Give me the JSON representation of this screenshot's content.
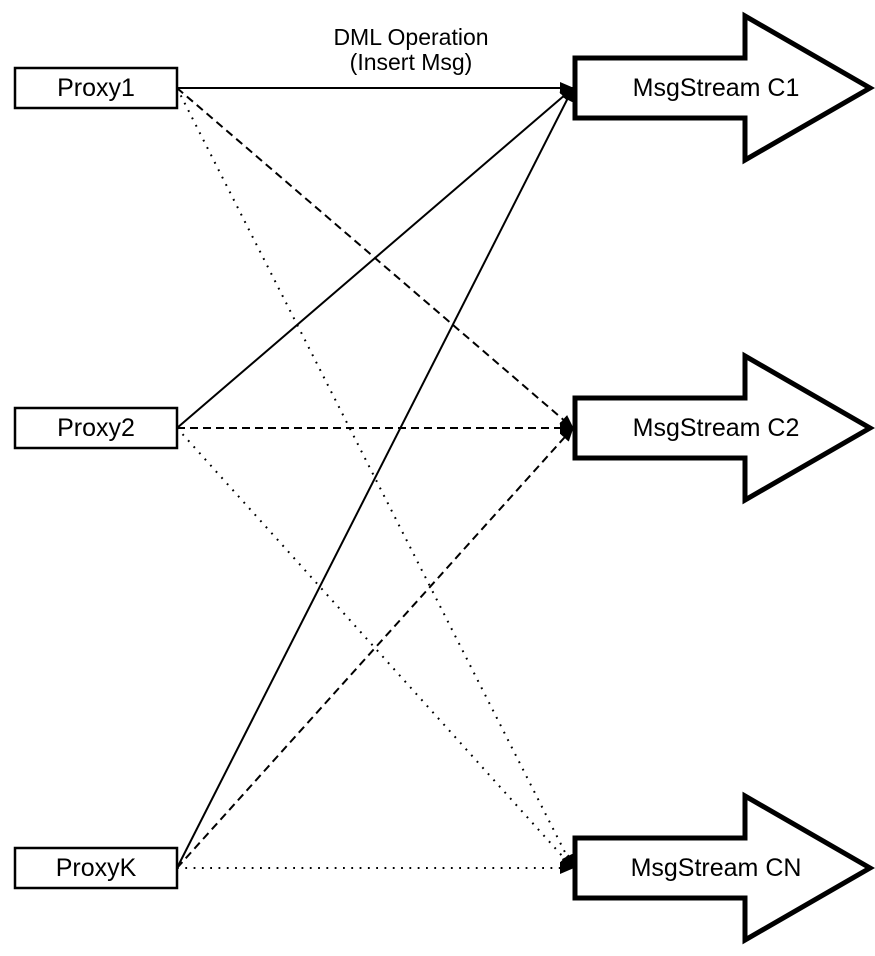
{
  "colors": {
    "ink": "#000000",
    "paper": "#ffffff"
  },
  "diagram": {
    "title": {
      "line1": "DML Operation",
      "line2": "(Insert Msg)"
    },
    "proxies": [
      {
        "label": "Proxy1"
      },
      {
        "label": "Proxy2"
      },
      {
        "label": "ProxyK"
      }
    ],
    "streams": [
      {
        "label": "MsgStream C1"
      },
      {
        "label": "MsgStream C2"
      },
      {
        "label": "MsgStream CN"
      }
    ],
    "edges": [
      {
        "from": "Proxy1",
        "to": "MsgStream C1",
        "style": "solid"
      },
      {
        "from": "Proxy1",
        "to": "MsgStream C2",
        "style": "dashed"
      },
      {
        "from": "Proxy1",
        "to": "MsgStream CN",
        "style": "dotted"
      },
      {
        "from": "Proxy2",
        "to": "MsgStream C1",
        "style": "solid"
      },
      {
        "from": "Proxy2",
        "to": "MsgStream C2",
        "style": "dashed"
      },
      {
        "from": "Proxy2",
        "to": "MsgStream CN",
        "style": "dotted"
      },
      {
        "from": "ProxyK",
        "to": "MsgStream C1",
        "style": "solid"
      },
      {
        "from": "ProxyK",
        "to": "MsgStream C2",
        "style": "dashed"
      },
      {
        "from": "ProxyK",
        "to": "MsgStream CN",
        "style": "dotted"
      }
    ]
  }
}
